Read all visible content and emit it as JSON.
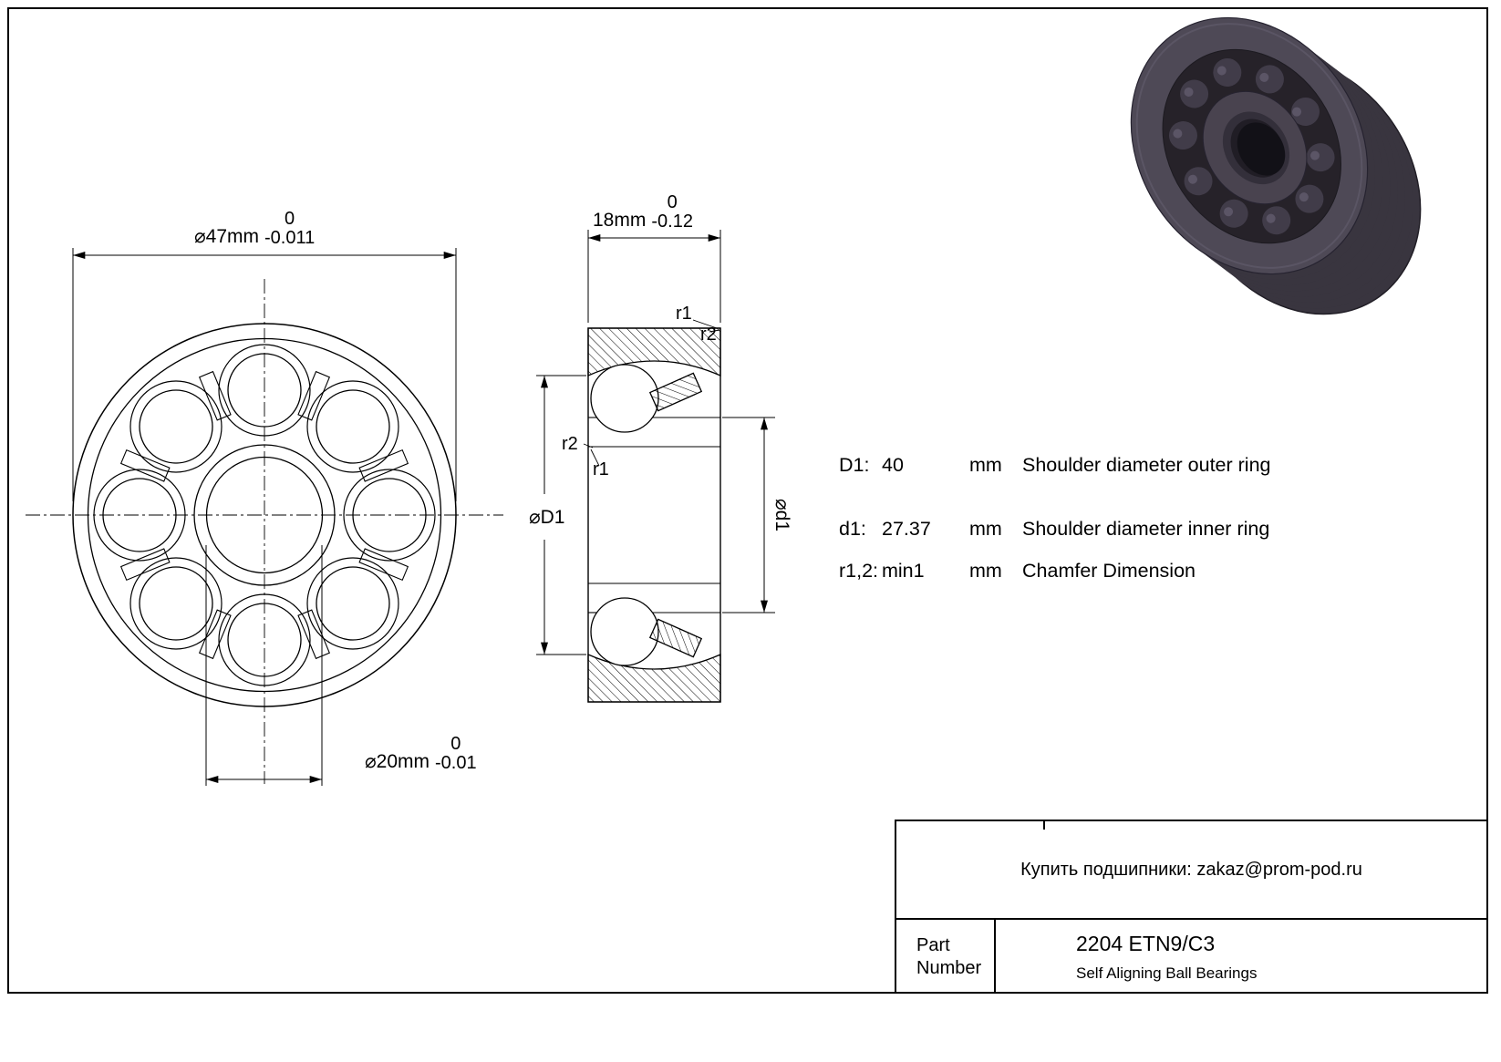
{
  "front_view": {
    "dim_outer_diameter": {
      "value": "⌀47mm",
      "tol_upper": "0",
      "tol_lower": "-0.011"
    },
    "dim_bore_diameter": {
      "value": "⌀20mm",
      "tol_upper": "0",
      "tol_lower": "-0.01"
    }
  },
  "section_view": {
    "dim_width": {
      "value": "18mm",
      "tol_upper": "0",
      "tol_lower": "-0.12"
    },
    "label_r1_top": "r1",
    "label_r2_top": "r2",
    "label_r2_mid": "r2",
    "label_r1_mid": "r1",
    "label_outer_shoulder": "⌀D1",
    "label_inner_shoulder": "⌀d1"
  },
  "specs": {
    "rows": [
      {
        "param": "D1:",
        "value": "40",
        "unit": "mm",
        "description": "Shoulder diameter outer ring"
      },
      {
        "param": "d1:",
        "value": "27.37",
        "unit": "mm",
        "description": "Shoulder diameter inner ring"
      },
      {
        "param": "r1,2:",
        "value": "min1",
        "unit": "mm",
        "description": "Chamfer Dimension"
      }
    ]
  },
  "title_block": {
    "contact_line": "Купить подшипники: zakaz@prom-pod.ru",
    "part_label_line1": "Part",
    "part_label_line2": "Number",
    "part_number": "2204 ETN9/C3",
    "part_description": "Self Aligning Ball Bearings"
  }
}
